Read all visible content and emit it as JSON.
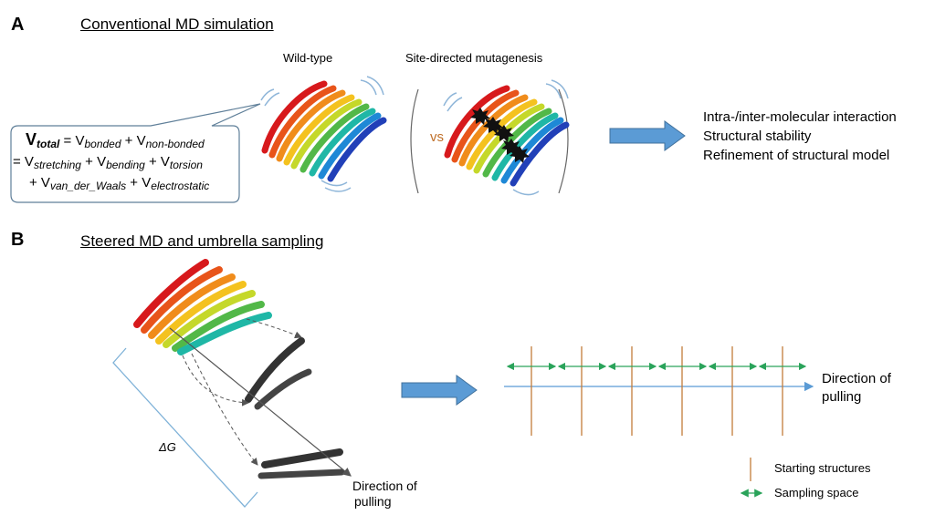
{
  "panel_a": {
    "letter": "A",
    "title": "Conventional MD simulation",
    "wild_type_label": "Wild-type",
    "mutagenesis_label": "Site-directed mutagenesis",
    "vs_label": "vs",
    "equation": {
      "line1_v": "V",
      "line1_total": "total",
      "line1_eq": " = V",
      "line1_bonded": "bonded",
      "line1_plus": " + V",
      "line1_nonbonded": "non-bonded",
      "line2_prefix": "= V",
      "line2_stretching": "stretching",
      "line2_plus1": " + V",
      "line2_bending": "bending",
      "line2_plus2": " + V",
      "line2_torsion": "torsion",
      "line3_prefix": "+ V",
      "line3_vdw": "van_der_Waals",
      "line3_plus": " + V",
      "line3_elec": "electrostatic"
    },
    "outcomes": [
      "Intra-/inter-molecular  interaction",
      "Structural stability",
      "Refinement  of structural model"
    ]
  },
  "panel_b": {
    "letter": "B",
    "title": "Steered MD and umbrella sampling",
    "delta_g": "ΔG",
    "direction_label_left": [
      "Direction of",
      "pulling"
    ],
    "direction_label_right": [
      "Direction of",
      "pulling"
    ],
    "legend": {
      "starting_structures": "Starting structures",
      "sampling_space": "Sampling space"
    }
  },
  "colors": {
    "arrow_blue": "#5b9bd5",
    "bracket_blue": "#7fb2d8",
    "window_line": "#c47c3a",
    "sampling_green": "#2aa35a",
    "vs_orange": "#c0702a",
    "strand_dark": "#333333"
  },
  "icons": [
    "rainbow-fibril-icon",
    "mutation-star-icon",
    "wavy-motion-icon",
    "dark-fibril-icon"
  ]
}
